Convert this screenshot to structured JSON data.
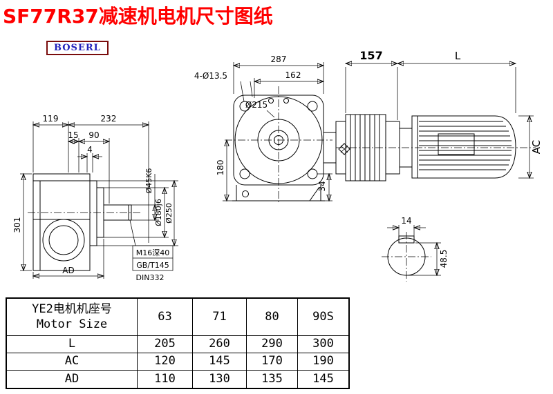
{
  "page": {
    "title": "SF77R37减速机电机尺寸图纸",
    "brand": "BOSERL"
  },
  "dimensions": {
    "side_view": {
      "d119": "119",
      "d232": "232",
      "d15": "15",
      "d90": "90",
      "d4": "4",
      "d301": "301",
      "dAD": "AD",
      "shaft_dia": "Ø45K6",
      "flange_dia": "Ø180j6",
      "flange_outer_dia": "Ø250",
      "tap_note": "M16深40",
      "std1": "GB/T145",
      "std2": "DIN332"
    },
    "front_view": {
      "d287": "287",
      "d162": "162",
      "holes": "4-Ø13.5",
      "bore": "Ø215",
      "d180": "180",
      "d34": "34"
    },
    "motor": {
      "d157": "157",
      "dL": "L",
      "dAC": "AC"
    },
    "shaft_section": {
      "d14": "14",
      "d48_5": "48.5"
    }
  },
  "table": {
    "header": {
      "cn": "YE2电机机座号",
      "en": "Motor Size"
    },
    "sizes": [
      "63",
      "71",
      "80",
      "90S"
    ],
    "rows": [
      {
        "label": "L",
        "values": [
          "205",
          "260",
          "290",
          "300"
        ]
      },
      {
        "label": "AC",
        "values": [
          "120",
          "145",
          "170",
          "190"
        ]
      },
      {
        "label": "AD",
        "values": [
          "110",
          "130",
          "135",
          "145"
        ]
      }
    ]
  },
  "colors": {
    "title": "#ff0000",
    "brand_text": "#2222bb",
    "brand_border": "#7a0c0c",
    "line": "#000000"
  }
}
